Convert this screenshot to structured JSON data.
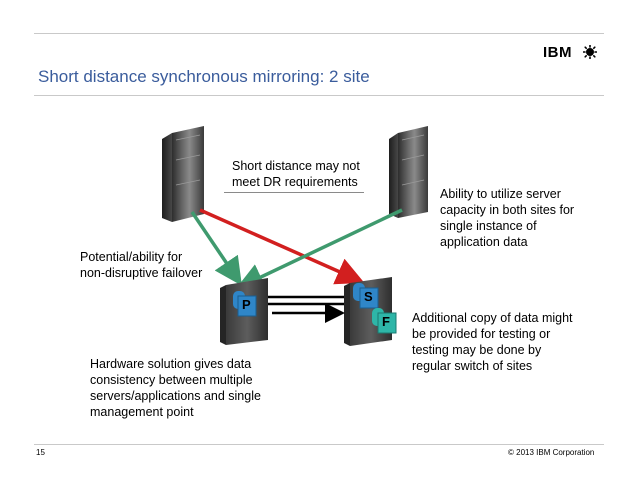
{
  "title": "Short distance synchronous mirroring:  2 site",
  "logo": {
    "text": "IBM",
    "icon": "ibm-globe-icon"
  },
  "callouts": {
    "distance_note": [
      "Short distance may not",
      "meet DR requirements"
    ],
    "capacity_note": [
      "Ability to utilize server",
      "capacity in both sites for",
      "single instance of",
      "application data"
    ],
    "failover_note": [
      "Potential/ability for",
      "non-disruptive failover"
    ],
    "copy_note": [
      "Additional copy of data might",
      "be provided for testing or",
      "testing may be done by",
      "regular switch of sites"
    ],
    "hardware_note": [
      "Hardware solution gives data",
      "consistency between multiple",
      "servers/applications and single",
      "management point"
    ]
  },
  "storage_labels": {
    "primary": "P",
    "secondary": "S",
    "flash": "F"
  },
  "footer": {
    "page_number": "15",
    "copyright": "© 2013 IBM Corporation"
  },
  "colors": {
    "title": "#3a5c9c",
    "green_link": "#3f9a6e",
    "red_link": "#d21f1f",
    "server": "#4a4a4a",
    "disk": "#2f86c8",
    "flash": "#2eb6a8"
  }
}
